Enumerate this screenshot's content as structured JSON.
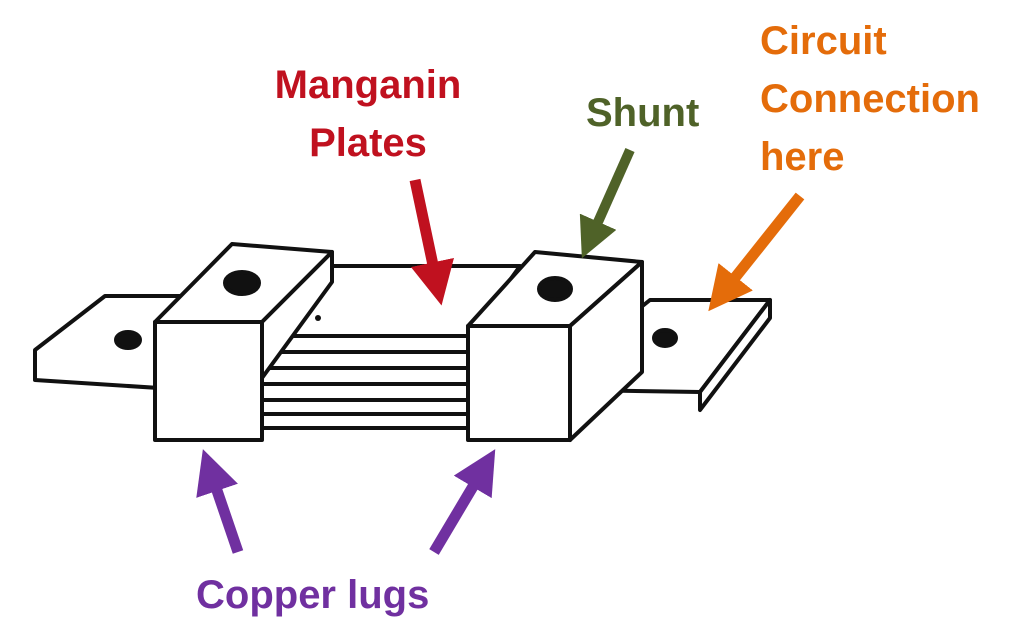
{
  "labels": {
    "manganin_line1": "Manganin",
    "manganin_line2": "Plates",
    "shunt": "Shunt",
    "circuit_line1": "Circuit",
    "circuit_line2": "Connection",
    "circuit_line3": "here",
    "copper_lugs": "Copper lugs"
  },
  "colors": {
    "manganin": "#c0111f",
    "shunt": "#4f6228",
    "circuit": "#e46c0a",
    "copper": "#7030a0",
    "outline": "#111111",
    "fill": "#ffffff"
  }
}
